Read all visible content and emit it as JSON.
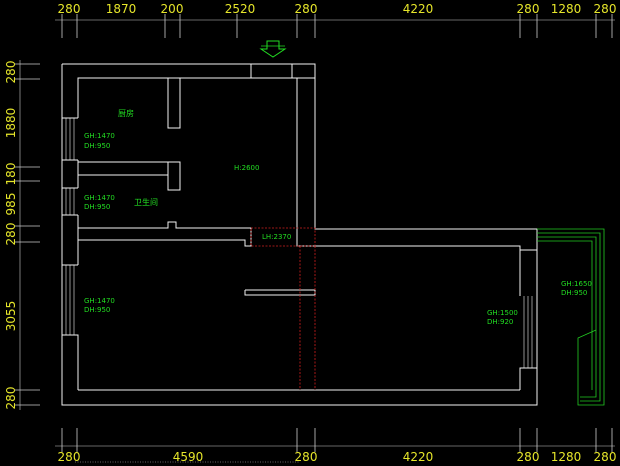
{
  "dims_top": [
    "280",
    "1870",
    "200",
    "2520",
    "280",
    "4220",
    "280",
    "1280",
    "280"
  ],
  "dims_bottom": [
    "280",
    "4590",
    "280",
    "4220",
    "280",
    "1280",
    "280"
  ],
  "dims_left": [
    "280",
    "1880",
    "180",
    "985",
    "280",
    "3055",
    "280"
  ],
  "rooms": {
    "kitchen": "厨房",
    "bathroom": "卫生间"
  },
  "annotations": {
    "h_main": "H:2600",
    "lh": "LH:2370",
    "win1_gh": "GH:1470",
    "win1_dh": "DH:950",
    "win2_gh": "GH:1470",
    "win2_dh": "DH:950",
    "win3_gh": "GH:1470",
    "win3_dh": "DH:950",
    "win4_gh": "GH:1500",
    "win4_dh": "DH:920",
    "win5_gh": "GH:1650",
    "win5_dh": "DH:950"
  },
  "colors": {
    "dimension_text": "#e6e62a",
    "annotation": "#22dd22",
    "wall": "#f2f2f2",
    "background": "#000000"
  },
  "icons": [
    "entrance-arrow-icon"
  ]
}
